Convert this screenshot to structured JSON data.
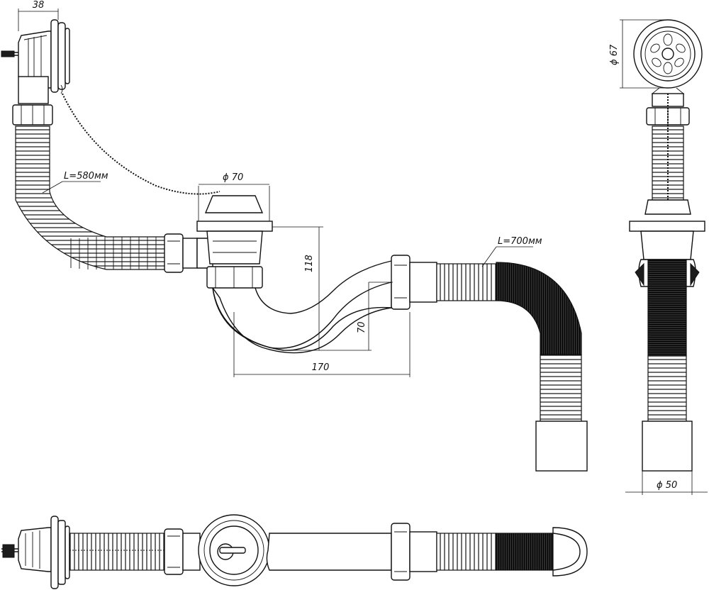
{
  "dimensions": {
    "overflow_width": "38",
    "overflow_hose_length": "L=580мм",
    "waste_diameter": "ϕ 70",
    "height_118": "118",
    "height_70": "70",
    "length_170": "170",
    "outlet_hose_length": "L=700мм",
    "overflow_diameter": "ϕ 67",
    "outlet_diameter": "ϕ 50"
  }
}
